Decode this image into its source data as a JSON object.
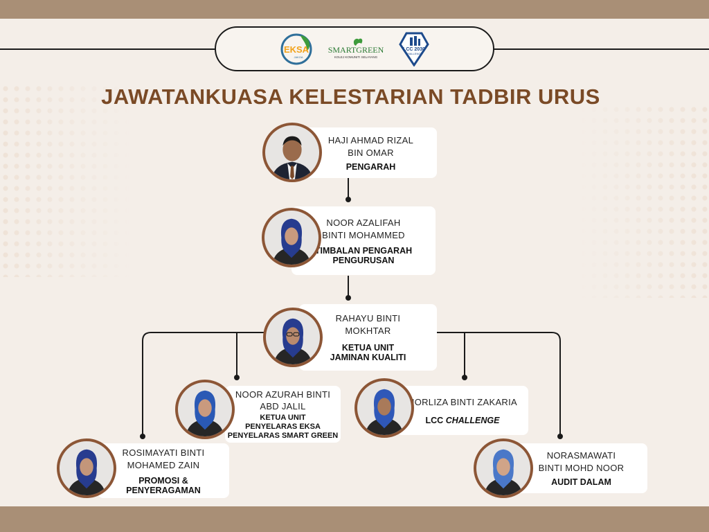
{
  "title": "JAWATANKUASA KELESTARIAN TADBIR URUS",
  "logos": [
    {
      "icon": "eksa-logo",
      "text": "EKSA",
      "sub": "JAKOA",
      "color": "#f2a21a"
    },
    {
      "icon": "smart-green-logo",
      "text": "SMARTGREEN",
      "sub": "KOLEJ KOMUNITI SELAYANG",
      "color": "#3e9b3c"
    },
    {
      "icon": "lcc-2030-logo",
      "text": "LCC 2030",
      "sub": "CHALLENGE",
      "color": "#1d4a8c"
    }
  ],
  "members": [
    {
      "name": [
        "HAJI AHMAD RIZAL",
        "BIN OMAR"
      ],
      "role": [
        "PENGARAH"
      ]
    },
    {
      "name": [
        "NOOR AZALIFAH",
        "BINTI MOHAMMED"
      ],
      "role": [
        "TIMBALAN PENGARAH",
        "PENGURUSAN"
      ]
    },
    {
      "name": [
        "RAHAYU BINTI",
        "MOKHTAR"
      ],
      "role": [
        "KETUA UNIT",
        "JAMINAN KUALITI"
      ]
    },
    {
      "name": [
        "NOOR AZURAH BINTI",
        "ABD JALIL"
      ],
      "role": [
        "KETUA UNIT",
        "PENYELARAS EKSA",
        "PENYELARAS SMART GREEN"
      ]
    },
    {
      "name": [
        "NORLIZA BINTI ZAKARIA"
      ],
      "role": [
        "LCC",
        "CHALLENGE"
      ]
    },
    {
      "name": [
        "ROSIMAYATI BINTI",
        "MOHAMED ZAIN"
      ],
      "role": [
        "PROMOSI &",
        "PENYERAGAMAN"
      ]
    },
    {
      "name": [
        "NORASMAWATI",
        "BINTI MOHD NOOR"
      ],
      "role": [
        "AUDIT DALAM"
      ]
    }
  ]
}
